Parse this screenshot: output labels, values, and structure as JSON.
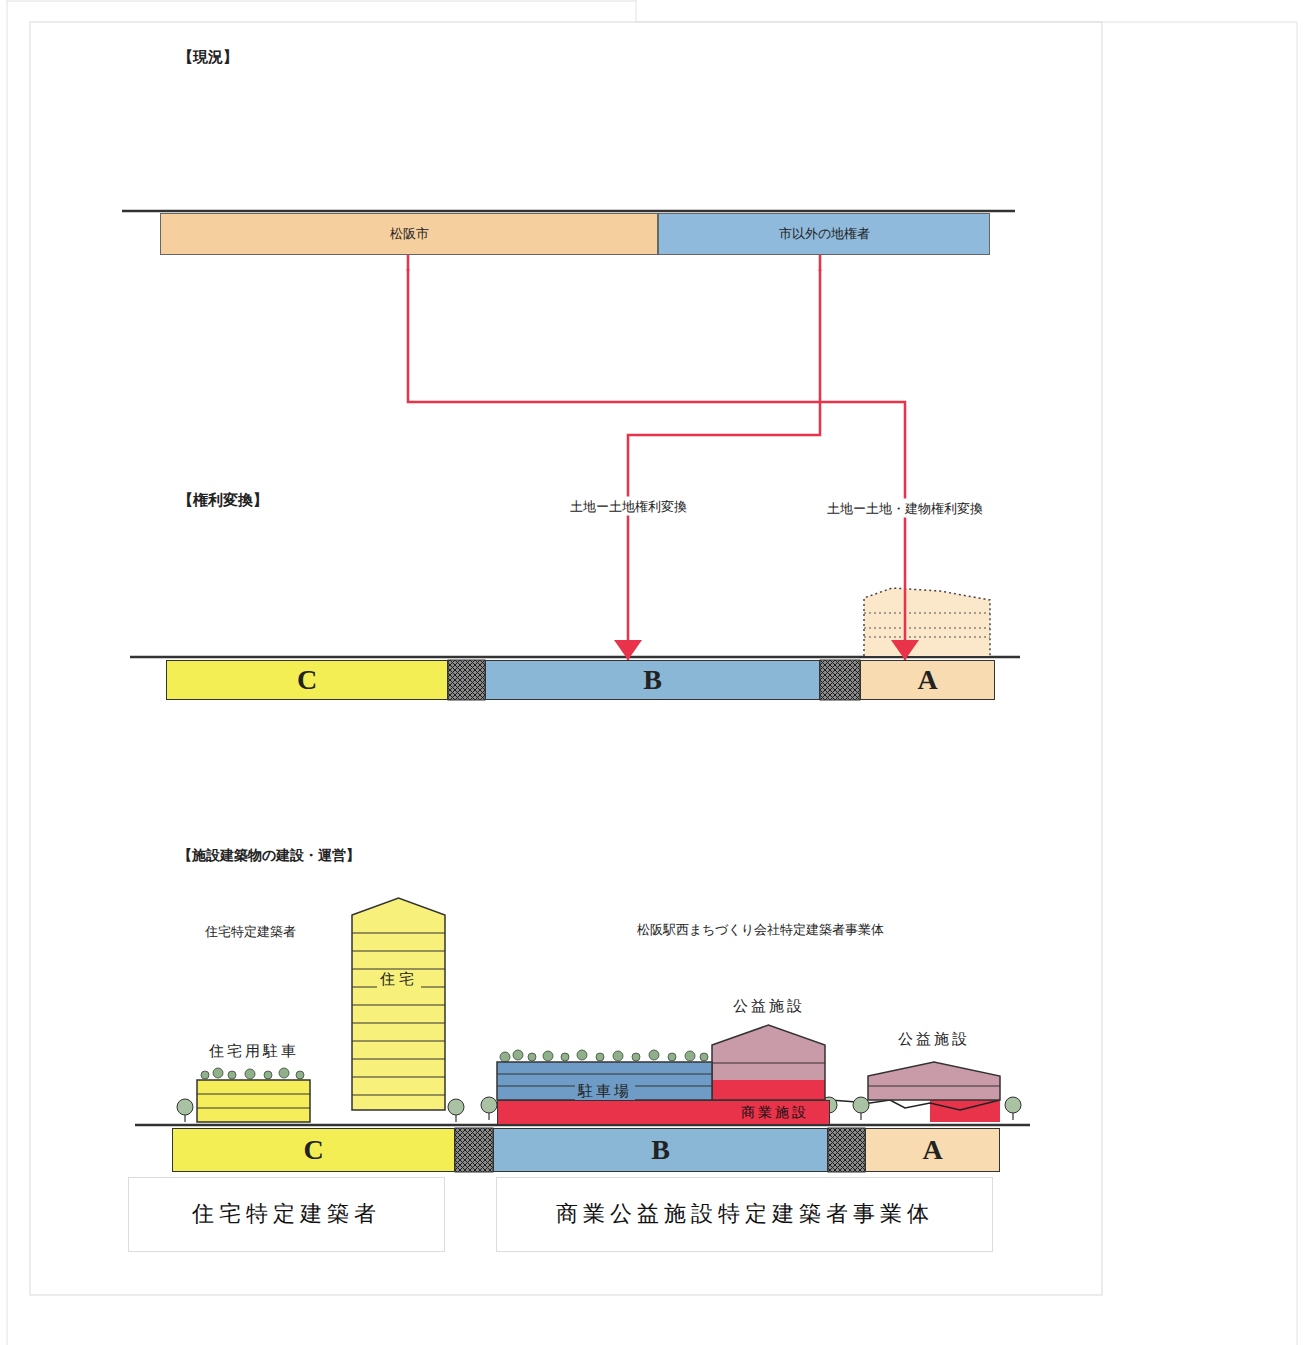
{
  "diagram": {
    "nodes": [
      {
        "text": [
          "松阪市"
        ]
      },
      {
        "text": [
          "市以外の地権者"
        ]
      },
      {
        "text": [
          "C"
        ]
      },
      {
        "text": [
          "B"
        ]
      },
      {
        "text": [
          "A"
        ]
      },
      {
        "text": [
          "住宅"
        ]
      },
      {
        "text": [
          "公益施設"
        ]
      },
      {
        "text": [
          "公益施設"
        ]
      },
      {
        "text": [
          "住宅用駐車"
        ]
      },
      {
        "text": [
          "駐車場"
        ]
      },
      {
        "text": [
          "商業施設"
        ]
      },
      {
        "text": [
          "C"
        ]
      },
      {
        "text": [
          "B"
        ]
      },
      {
        "text": [
          "A"
        ]
      },
      {
        "text": [
          "住宅特定建築者"
        ]
      },
      {
        "text": [
          "商業公益施設特定建築者事業体"
        ]
      }
    ],
    "edges": [
      {
        "from": 0,
        "to": 4,
        "arrow": "to",
        "label": "土地ー土地・建物権利変換"
      },
      {
        "from": 1,
        "to": 3,
        "arrow": "to",
        "label": "土地ー土地権利変換"
      }
    ],
    "labels": [
      "【現況】",
      "【権利変換】",
      "【施設建築物の建設・運営】",
      "住宅特定建築者",
      "松阪駅西まちづくり会社特定建築者事業体"
    ]
  }
}
